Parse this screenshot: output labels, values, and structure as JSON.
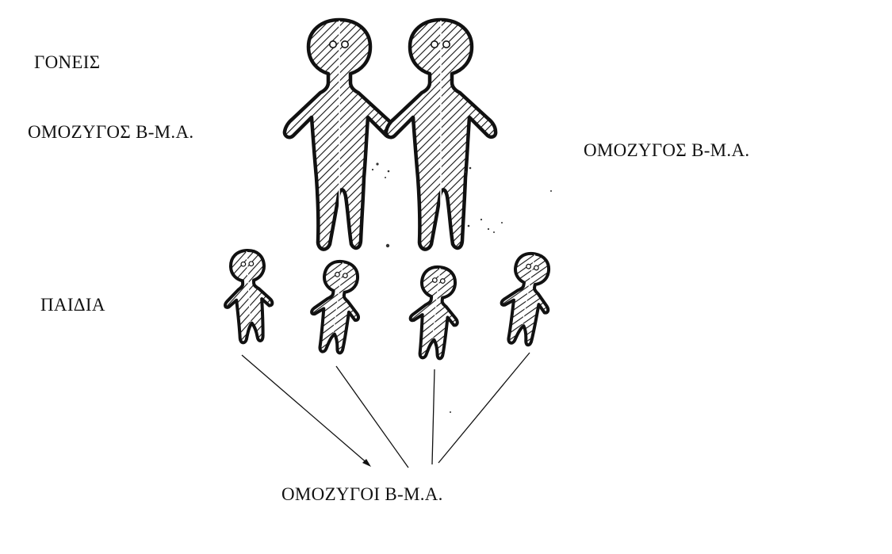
{
  "diagram": {
    "labels": {
      "parents": "ΓΟΝΕΙΣ",
      "left_parent_genotype": "ΟΜΟΖΥΓΟΣ Β-Μ.Α.",
      "right_parent_genotype": "ΟΜΟΖΥΓΟΣ Β-Μ.Α.",
      "children": "ΠΑΙΔΙΑ",
      "children_genotype": "ΟΜΟΖΥΓΟΙ Β-Μ.Α."
    },
    "figures": {
      "parent_count": 2,
      "child_count": 4,
      "fill_style": "diagonal-hatch",
      "outline_color": "#111111"
    }
  }
}
